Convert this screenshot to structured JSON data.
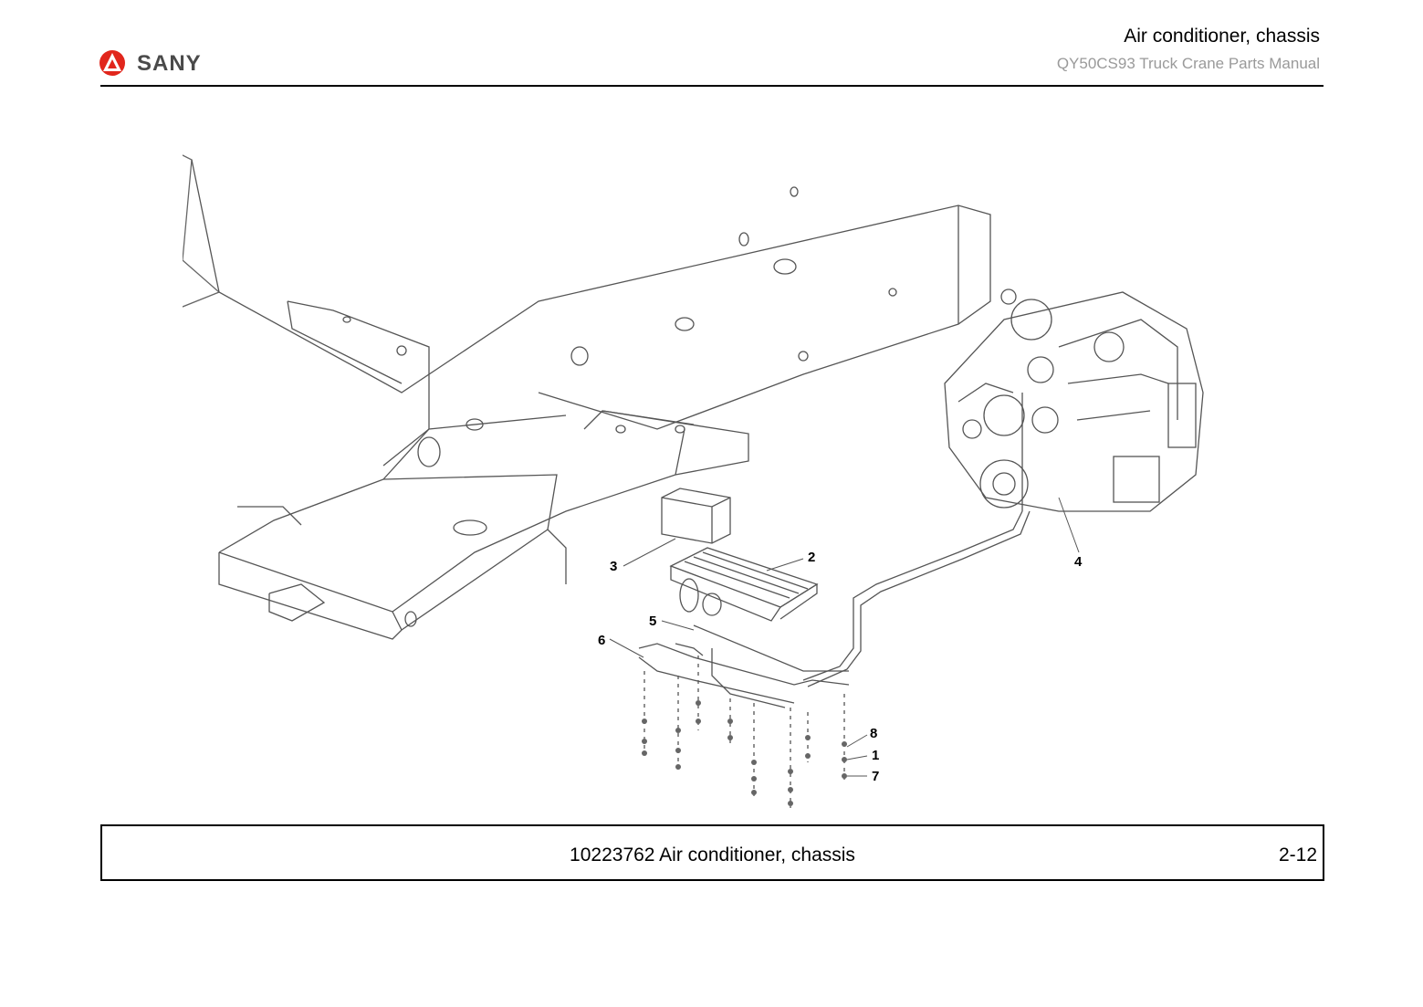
{
  "header": {
    "brand": "SANY",
    "title": "Air conditioner, chassis",
    "subtitle": "QY50CS93 Truck Crane  Parts Manual"
  },
  "drawing": {
    "callouts": [
      "1",
      "2",
      "3",
      "4",
      "5",
      "6",
      "7",
      "8"
    ]
  },
  "footer": {
    "caption": "10223762 Air conditioner, chassis",
    "page": "2-12"
  },
  "colors": {
    "brand_red": "#e1261c",
    "line": "#555555"
  }
}
